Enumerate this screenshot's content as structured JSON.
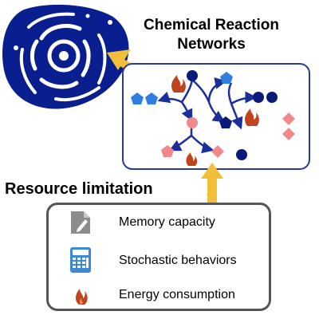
{
  "title": {
    "line1": "Chemical Reaction",
    "line2": "Networks"
  },
  "resource_title": "Resource limitation",
  "resources": [
    {
      "label": "Memory capacity",
      "icon": "memory-icon"
    },
    {
      "label": "Stochastic behaviors",
      "icon": "calculator-icon"
    },
    {
      "label": "Energy consumption",
      "icon": "flame-icon"
    }
  ],
  "colors": {
    "cell": "#0a1f8f",
    "network_border": "#2a3a9a",
    "species_dark": "#0a1a7a",
    "species_blue": "#2f7fe0",
    "species_pink": "#f08a8a",
    "arrow": "#1a2f9a",
    "callout_arrow": "#f2c038",
    "flame": "#c0451f"
  }
}
